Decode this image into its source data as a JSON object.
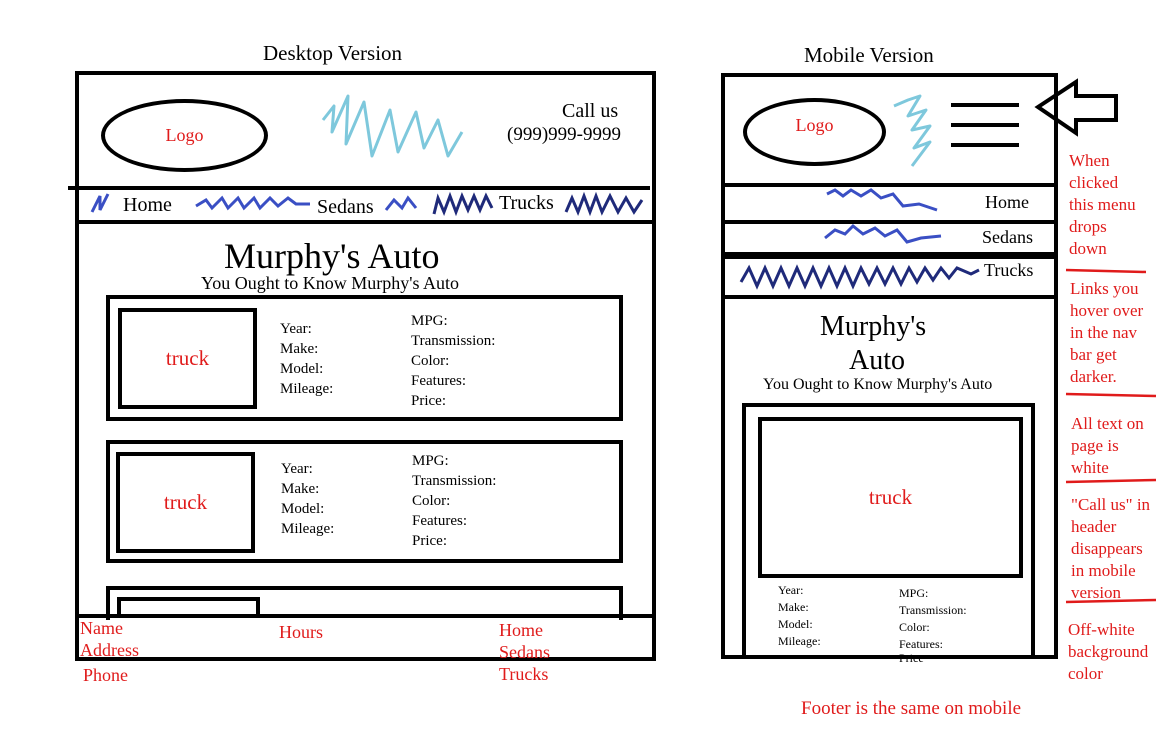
{
  "desktop": {
    "label": "Desktop Version",
    "header": {
      "logo": "Logo",
      "call_us": "Call us",
      "phone": "(999)999-9999"
    },
    "nav": {
      "home": "Home",
      "sedans": "Sedans",
      "trucks": "Trucks"
    },
    "main": {
      "title": "Murphy's Auto",
      "tagline": "You Ought to Know Murphy's Auto",
      "cards": [
        {
          "image": "truck",
          "left_fields": [
            "Year:",
            "Make:",
            "Model:",
            "Mileage:"
          ],
          "right_fields": [
            "MPG:",
            "Transmission:",
            "Color:",
            "Features:",
            "Price:"
          ]
        },
        {
          "image": "truck",
          "left_fields": [
            "Year:",
            "Make:",
            "Model:",
            "Mileage:"
          ],
          "right_fields": [
            "MPG:",
            "Transmission:",
            "Color:",
            "Features:",
            "Price:"
          ]
        }
      ]
    },
    "footer": {
      "col1": [
        "Name",
        "Address",
        "Phone"
      ],
      "col2": "Hours",
      "col3": [
        "Home",
        "Sedans",
        "Trucks"
      ]
    }
  },
  "mobile": {
    "label": "Mobile Version",
    "header": {
      "logo": "Logo"
    },
    "nav": {
      "home": "Home",
      "sedans": "Sedans",
      "trucks": "Trucks"
    },
    "main": {
      "title_line1": "Murphy's",
      "title_line2": "Auto",
      "tagline": "You Ought to Know Murphy's Auto",
      "card": {
        "image": "truck",
        "left_fields": [
          "Year:",
          "Make:",
          "Model:",
          "Mileage:"
        ],
        "right_fields": [
          "MPG:",
          "Transmission:",
          "Color:",
          "Features:",
          "Price"
        ]
      }
    }
  },
  "annotations": {
    "menu_note": [
      "When",
      "clicked",
      "this menu",
      "drops",
      "down"
    ],
    "hover_note": [
      "Links you",
      "hover over",
      "in the nav",
      "bar get",
      "darker."
    ],
    "text_note": [
      "All text on",
      "page is",
      "white"
    ],
    "callus_note": [
      "\"Call us\" in",
      "header",
      "disappears",
      "in mobile",
      "version"
    ],
    "bg_note": [
      "Off-white",
      "background",
      "color"
    ],
    "footer_note": "Footer is the same on mobile"
  },
  "colors": {
    "annotation_red": "#e01b1b",
    "scribble_light_blue": "#7ec8dc",
    "scribble_blue": "#3a4fc4",
    "scribble_dark_blue": "#1f2a7a"
  }
}
